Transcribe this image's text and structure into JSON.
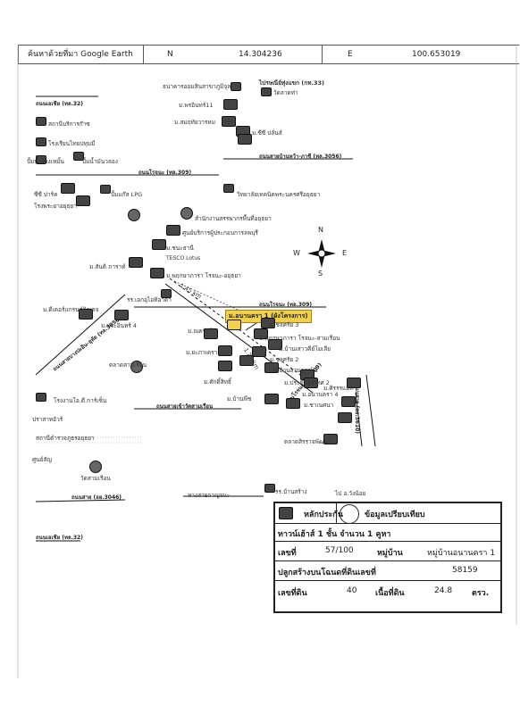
{
  "header": {
    "source": "ค้นหาด้วยที่มา Google Earth",
    "n_label": "N",
    "n_value": "14.304236",
    "e_label": "E",
    "e_value": "100.653019"
  },
  "places": {
    "post_office": "ไปรษณีย์ทุ่งแขก (กท.33)",
    "bank": "ธนาคารออมสินสาขาภูมิจุลก",
    "vintage": "วัดลาดท่า",
    "estate11": "ม.พรอินทร์11",
    "estate_samai": "ม.สมฤทัยวารหม",
    "stat": "สถานีบริการก๊าซ",
    "school": "โรงเรียนไทยปทุมมี",
    "estate_c": "ม.ซีซี ปลั่นส์",
    "water": "ปั้มน้ำมันวลอง",
    "station": "ปั้มน้ำโรงเหมั้น",
    "cc": "ซีซี ปาร์ค",
    "lpg": "ปั้มแก๊ส LPG",
    "college": "วิทยาลัยเทคนิคพระนครศรีอยุธยา",
    "hospital": "โรงพระยาอยุธยา",
    "office": "สำนักงานสรรพากรพื้นที่อยุธยา",
    "center": "ศูนย์บริการผู้ประกอบการลพบุรี",
    "estate_cha": "ม.ชนะธานี",
    "tesco": "TESCO Lotus",
    "estate_son": "ม.สันติ ภาราท์",
    "estate_pruk": "ม.พฤกษาภารา โรจนะ-อยุธยา",
    "school2": "รร.เอกอุไอทิอาดา",
    "estate_anan": "ม.อนานครา 1 (ผังโครงการ)",
    "estate_dee": "ม.ดีเคอร์แกรนด์วิลเลจ",
    "estate_pra": "ม.พระอินทร์ 4",
    "estate_chok": "ม.ชลศรัย 3",
    "estate_pruk2": "ม.พฤกษาภารา โรจนะ-สามเรือน",
    "estate_nak": "ม.ณครัยยี 1",
    "estate_ban": "ม.บ้านเสาวคีย์โมเลีย",
    "estate_chok2": "ม.ชลศรัย 2",
    "estate_ya": "ม.ยะภาเคราะ 2",
    "market": "ตลาดสามเรือน",
    "estate_sak": "ม.ศักดิ์สิทธิ์",
    "estate_bansuan": "ม.บ้านสวนกรณ์ 2",
    "estate_pradit": "ม.ประดิษฐ์นิเทศ 2",
    "estate_sirirat": "ม.ศิรรรแมท",
    "estate_chiang": "ม.ชาเนศนา",
    "estate_anan4": "ม.อนานครา 4",
    "estate_baan": "ม.บ้านพีช",
    "plant": "โรงงานโอ.ดี.การ์เซ็น",
    "prasat": "ปราสาทอัวร์",
    "coop": "สถานีตำรวจภูธรอยุธยา",
    "gold": "ตลาดสิรราจพัฒนา",
    "park": "วัดสามเรือน",
    "aa": "ทางสายกาญจนะ",
    "dd": "รร.บ้านสร้าง",
    "ee": "ไป อ.วังน้อย",
    "ff": "ศูนย์สัญ"
  },
  "roads": {
    "r33": "ถนนเอเชีย (ทล.32)",
    "r3056": "ถนนสายบ้านหว้า-ภาชี (ทล.3056)",
    "r309a": "ถนนโรจนะ (ทล.309)",
    "r309b": "ถนนโรจนะ (ทล.309)",
    "r3056b": "ถนนสายบางปะอิน-อุทัย (ทล.3056)",
    "rbang": "ถนนสายเข้าวัดสามเรือน",
    "r309c": "ถนนโรจนะ (ทล.309)",
    "r3046": "ถนนสาย (อย.3046)",
    "r32b": "ถนนเอเชีย (ทล.32)",
    "r3610": "ถนนสาย (อย.3610)"
  },
  "compass": {
    "n": "N",
    "s": "S",
    "e": "E",
    "w": "W"
  },
  "distances": {
    "d1": "1.45 km",
    "d2": "1.20 km"
  },
  "info": {
    "title": "หลักประกัน",
    "compare": "ข้อมูลเปรียบเทียบ",
    "type": "ทาวน์เฮ้าส์ 1 ชั้น จำนวน 1 คูหา",
    "no_label": "เลขที่",
    "no_value": "57/100",
    "village_label": "หมู่บ้าน",
    "village_value": "หมู่บ้านอนานครา 1",
    "deed_label": "ปลูกสร้างบนโฉนดที่ดินเลขที่",
    "deed_value": "58159",
    "land_no_label": "เลขที่ดิน",
    "land_no_value": "40",
    "area_label": "เนื้อที่ดิน",
    "area_value": "24.8",
    "area_unit": "ตรว."
  }
}
